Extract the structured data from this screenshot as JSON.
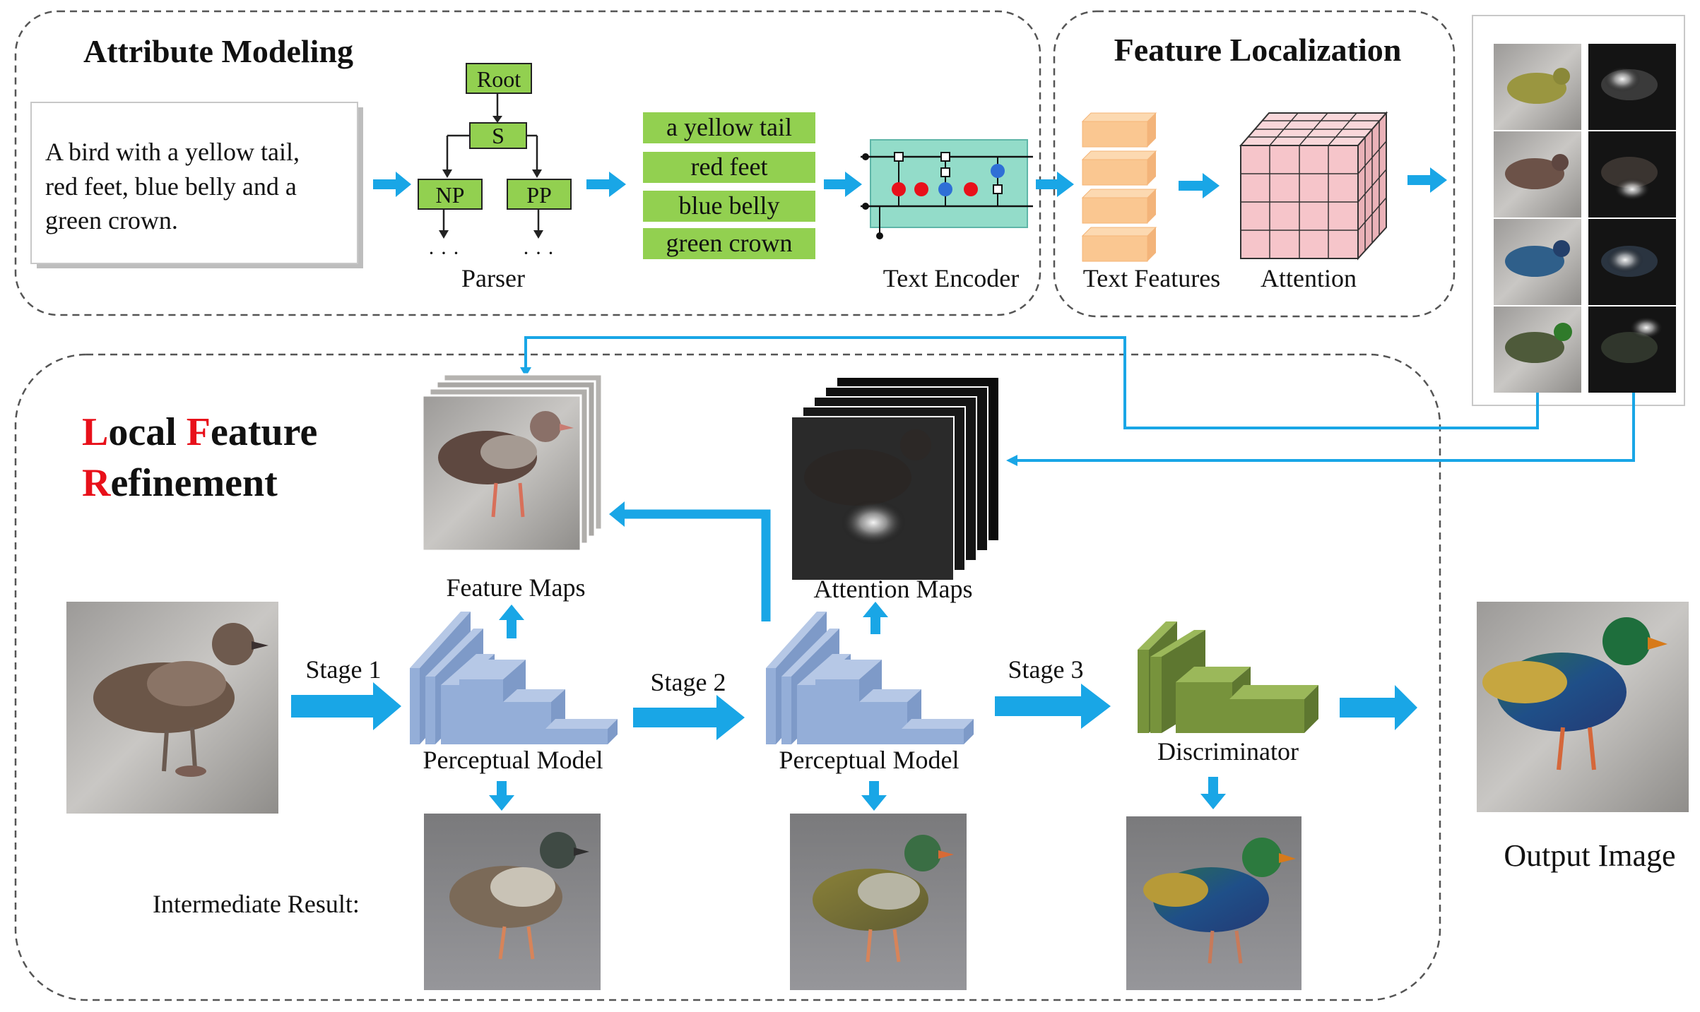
{
  "colors": {
    "accent": "#19a6e6",
    "red": "#e8101a",
    "phrase_green": "#92d050",
    "encoder_teal": "#93dcc9",
    "feature_orange": "#fac791",
    "attention_pink": "#f6c5ca",
    "model_blue": "#94aed8",
    "discriminator_green": "#77933c",
    "panel_border": "#555555"
  },
  "attribute_modeling": {
    "title": "Attribute Modeling",
    "input_text_lines": [
      "A bird with a yellow tail,",
      "red feet, blue belly and a",
      "green crown."
    ],
    "parser": {
      "root": "Root",
      "s": "S",
      "np": "NP",
      "pp": "PP",
      "ellipsis": "· · ·",
      "label": "Parser"
    },
    "phrases": [
      "a yellow tail",
      "red feet",
      "blue belly",
      "green crown"
    ],
    "text_encoder_label": "Text Encoder"
  },
  "feature_localization": {
    "title": "Feature Localization",
    "text_features_label": "Text Features",
    "attention_label": "Attention"
  },
  "local_feature_refinement": {
    "title": {
      "letter_1": "L",
      "rest_1": "ocal ",
      "letter_2": "F",
      "rest_2": "eature",
      "letter_3": "R",
      "rest_3": "efinement"
    },
    "feature_maps_label": "Feature Maps",
    "attention_maps_label": "Attention Maps",
    "stage_1": "Stage 1",
    "stage_2": "Stage 2",
    "stage_3": "Stage 3",
    "perceptual_model_label": "Perceptual Model",
    "discriminator_label": "Discriminator",
    "intermediate_result_label": "Intermediate Result:",
    "output_image_label": "Output Image"
  },
  "icons": {
    "bird_photo": "bird-photo-icon",
    "lstm_cell": "lstm-cell-icon",
    "attention_cube": "attention-cube-icon"
  }
}
